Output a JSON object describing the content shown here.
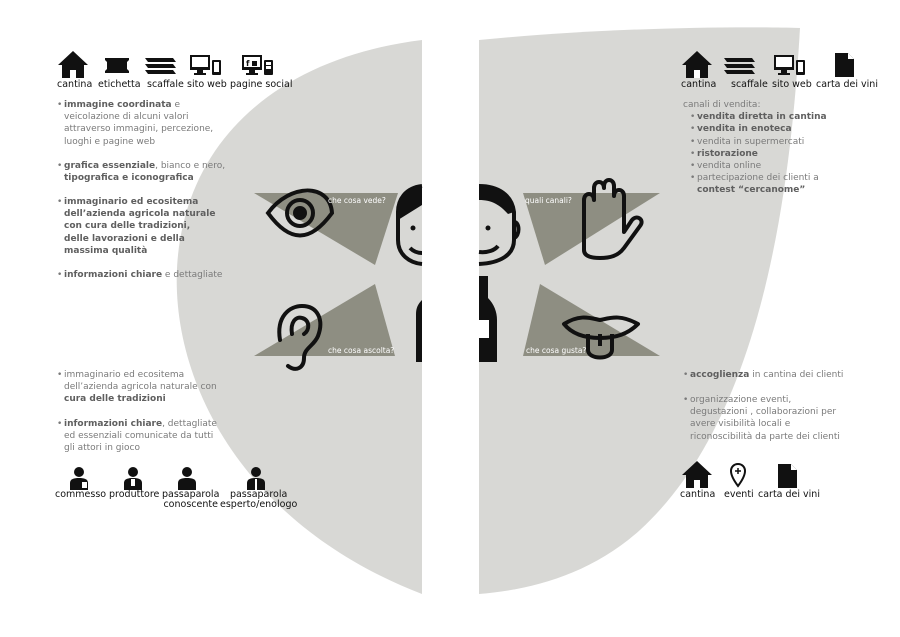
{
  "colors": {
    "shape": "#d8d8d5",
    "triangle": "#8e8e82",
    "text_grey": "#7a7a7a",
    "text_dark": "#5f5f5f",
    "icon": "#111111"
  },
  "left_top_icons": [
    {
      "icon": "house-icon",
      "label": "cantina"
    },
    {
      "icon": "label-icon",
      "label": "etichetta"
    },
    {
      "icon": "shelf-icon",
      "label": "scaffale"
    },
    {
      "icon": "devices-icon",
      "label": "sito web"
    },
    {
      "icon": "social-pages-icon",
      "label": "pagine social"
    }
  ],
  "right_top_icons": [
    {
      "icon": "house-icon",
      "label": "cantina"
    },
    {
      "icon": "shelf-icon",
      "label": "scaffale"
    },
    {
      "icon": "devices-icon",
      "label": "sito web"
    },
    {
      "icon": "document-icon",
      "label": "carta dei vini"
    }
  ],
  "left_blocks": {
    "b1": {
      "bold": "immagine coordinata",
      "rest": " e",
      "l2": "veicolazione di alcuni valori",
      "l3": "attraverso  immagini, percezione,",
      "l4": "luoghi e pagine web"
    },
    "b2": {
      "bold1": "grafica essenziale",
      "rest1": ", bianco e nero,",
      "bold2": "tipografica e iconografica"
    },
    "b3": {
      "l1": "immaginario ed ecositema",
      "l2": "dell’azienda agricola naturale",
      "l3": "con cura delle tradizioni,",
      "l4": "delle lavorazioni e della",
      "l5": "massima qualità"
    },
    "b4": {
      "bold": "informazioni chiare",
      "rest": " e dettagliate"
    },
    "b5": {
      "l1": "immaginario ed ecositema",
      "l2": "dell’azienda agricola naturale con",
      "bold3": "cura delle tradizioni"
    },
    "b6": {
      "bold": "informazioni chiare",
      "rest": ", dettagliate",
      "l2": "ed essenziali comunicate da tutti",
      "l3": "gli attori in gioco"
    }
  },
  "right_blocks": {
    "header": "canali di vendita:",
    "items": [
      {
        "text": "vendita diretta in cantina",
        "bold": true
      },
      {
        "text": "vendita in enoteca",
        "bold": true
      },
      {
        "text": "vendita in supermercati",
        "bold": false
      },
      {
        "text": "ristorazione",
        "bold": true
      },
      {
        "text": "vendita online",
        "bold": false
      }
    ],
    "last": {
      "l1": "partecipazione dei clienti a",
      "bold": "contest  “cercanome”"
    },
    "b2": {
      "bold": "accoglienza",
      "rest": " in cantina dei clienti"
    },
    "b3": {
      "l1": "organizzazione eventi,",
      "l2": "degustazioni , collaborazioni per",
      "l3": "avere visibilità locali e",
      "l4": "riconoscibilità da parte dei clienti"
    }
  },
  "questions": {
    "see": "che cosa vede?",
    "channels": "quali canali?",
    "listen": "che cosa ascolta?",
    "taste": "che cosa gusta?"
  },
  "left_bottom_icons": [
    {
      "icon": "person-clerk-icon",
      "l1": "commesso"
    },
    {
      "icon": "person-producer-icon",
      "l1": "produttore"
    },
    {
      "icon": "person-acquaintance-icon",
      "l1": "passaparola",
      "l2": "conoscente"
    },
    {
      "icon": "person-expert-icon",
      "l1": "passaparola",
      "l2": "esperto/enologo"
    }
  ],
  "right_bottom_icons": [
    {
      "icon": "house-icon",
      "label": "cantina"
    },
    {
      "icon": "map-pin-icon",
      "label": "eventi"
    },
    {
      "icon": "document-icon",
      "label": "carta dei vini"
    }
  ]
}
